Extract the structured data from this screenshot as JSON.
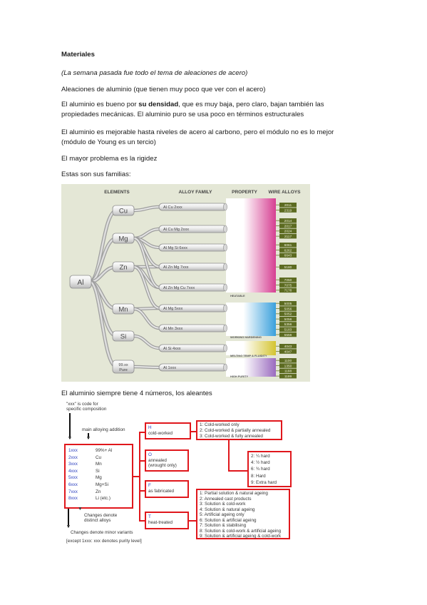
{
  "doc": {
    "heading": "Materiales",
    "subtitle": "(La semana pasada fue todo el tema de aleaciones de acero)",
    "p1": "Aleaciones de aluminio (que tienen muy poco que ver con el acero)",
    "p2_a": "El aluminio es bueno por ",
    "p2_b": "su densidad",
    "p2_c": ", que es muy baja, pero claro, bajan también las",
    "p2_line2": "propiedades mecánicas. El aluminio puro se usa poco en términos estructurales",
    "p3_line1": "El aluminio es mejorable hasta niveles de acero al carbono, pero el módulo no es lo mejor",
    "p3_line2": "(módulo de Young es un tercio)",
    "p4": "El mayor problema es la rigidez",
    "p5": "Estas son sus familias:",
    "p6": "El aluminio siempre tiene 4 números, los aleantes"
  },
  "fig1": {
    "headers": [
      "ELEMENTS",
      "ALLOY FAMILY",
      "PROPERTY",
      "WIRE ALLOYS"
    ],
    "base_element": "Al",
    "elements": [
      "Cu",
      "Mg",
      "Zn",
      "Mn",
      "Si",
      "99.xx Pure"
    ],
    "families": [
      "Al  Cu  2xxx",
      "Al  Cu  Mg  2xxx",
      "Al  Mg  Si  6xxx",
      "Al  Zn  Mg  7xxx",
      "Al  Zn  Mg  Cu  7xxx",
      "Al  Mg  5xxx",
      "Al  Mn  3xxx",
      "Al  Si  4xxx",
      "Al  1xxx"
    ],
    "properties": [
      "HEATABLE",
      "WORKING HARDENING",
      "MELTING TEMP & FLUIDITY",
      "HIGH PURITY"
    ],
    "property_colors": [
      "#d63f92",
      "#3aa0dc",
      "#d4c431",
      "#9a6bbf"
    ],
    "wire_groups": [
      [
        "2011",
        "2319"
      ],
      [
        "2014",
        "2017",
        "2024",
        "2117"
      ],
      [
        "6061",
        "6262",
        "6643"
      ],
      [
        "5180"
      ],
      [
        "7050",
        "7075",
        "7178"
      ],
      [
        "5005",
        "5056",
        "5052",
        "5056",
        "5356",
        "5183",
        "5556"
      ],
      [
        "4043",
        "4047"
      ],
      [
        "1100",
        "1350",
        "1188",
        "1199"
      ]
    ]
  },
  "fig2": {
    "note_top": [
      "\"xxx\" is code for",
      "specific composition"
    ],
    "main_add": "main alloying addition",
    "series": [
      {
        "code": "1xxx",
        "el": "99%+ Al"
      },
      {
        "code": "2xxx",
        "el": "Cu"
      },
      {
        "code": "3xxx",
        "el": "Mn"
      },
      {
        "code": "4xxx",
        "el": "Si"
      },
      {
        "code": "5xxx",
        "el": "Mg"
      },
      {
        "code": "6xxx",
        "el": "Mg+Si"
      },
      {
        "code": "7xxx",
        "el": "Zn"
      },
      {
        "code": "8xxx",
        "el": "Li (etc.)"
      }
    ],
    "changes_distinct": [
      "Changes denote",
      "distinct alloys"
    ],
    "changes_minor": "Changes denote minor variants",
    "except": "[except 1xxx: xxx denotes purity level]",
    "temper_H": {
      "letter": "H",
      "desc": "cold-worked"
    },
    "temper_O": {
      "letter": "O",
      "desc": [
        "annealed",
        "(wrought only)"
      ]
    },
    "temper_F": {
      "letter": "F",
      "desc": "as fabricated"
    },
    "temper_T": {
      "letter": "T",
      "desc": "heat-treated"
    },
    "h_list": [
      "1: Cold-worked only",
      "2: Cold-worked & partially annealed",
      "3: Cold-worked & fully annealed"
    ],
    "hard_list": [
      "2: ¼ hard",
      "4: ½ hard",
      "6: ¾ hard",
      "8: Hard",
      "9: Extra hard"
    ],
    "t_list": [
      "1: Partial solution & natural ageing",
      "2: Annealed cast products",
      "3: Solution & cold-work",
      "4: Solution & natural ageing",
      "5: Artificial ageing only",
      "6: Solution & artificial ageing",
      "7: Solution & stabilising",
      "8: Solution & cold-work & artificial ageing",
      "9: Solution & artificial ageing & cold-work"
    ]
  }
}
